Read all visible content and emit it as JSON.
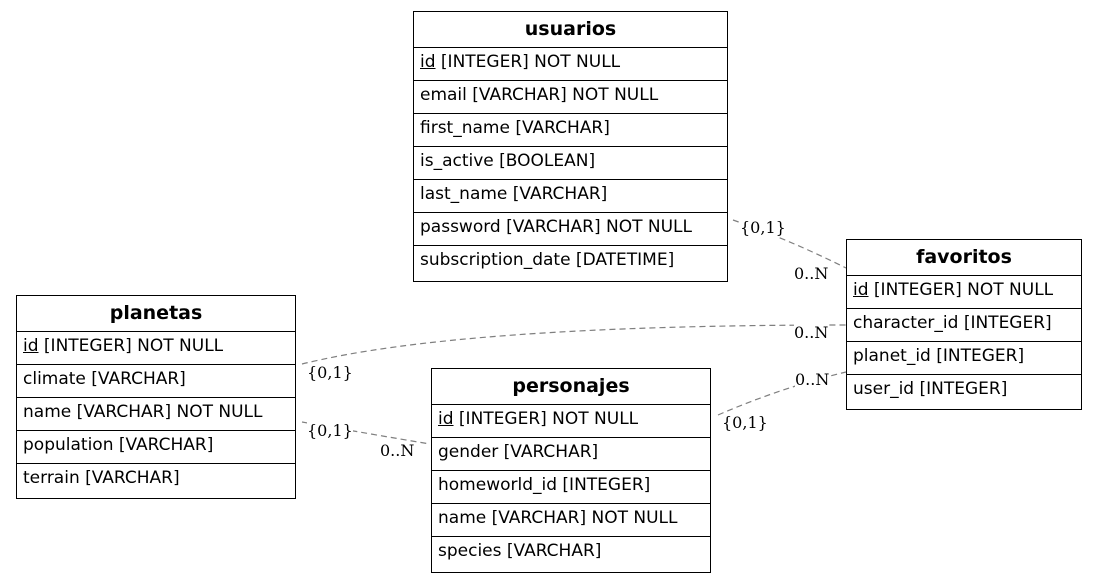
{
  "tables": {
    "usuarios": {
      "name": "usuarios",
      "columns": [
        {
          "pk": "id",
          "text": " [INTEGER] NOT NULL"
        },
        {
          "text": "email [VARCHAR] NOT NULL"
        },
        {
          "text": "first_name [VARCHAR]"
        },
        {
          "text": "is_active [BOOLEAN]"
        },
        {
          "text": "last_name [VARCHAR]"
        },
        {
          "text": "password [VARCHAR] NOT NULL"
        },
        {
          "text": "subscription_date [DATETIME]"
        }
      ]
    },
    "favoritos": {
      "name": "favoritos",
      "columns": [
        {
          "pk": "id",
          "text": " [INTEGER] NOT NULL"
        },
        {
          "text": "character_id [INTEGER]"
        },
        {
          "text": "planet_id [INTEGER]"
        },
        {
          "text": "user_id [INTEGER]"
        }
      ]
    },
    "planetas": {
      "name": "planetas",
      "columns": [
        {
          "pk": "id",
          "text": " [INTEGER] NOT NULL"
        },
        {
          "text": "climate [VARCHAR]"
        },
        {
          "text": "name [VARCHAR] NOT NULL"
        },
        {
          "text": "population [VARCHAR]"
        },
        {
          "text": "terrain [VARCHAR]"
        }
      ]
    },
    "personajes": {
      "name": "personajes",
      "columns": [
        {
          "pk": "id",
          "text": " [INTEGER] NOT NULL"
        },
        {
          "text": "gender [VARCHAR]"
        },
        {
          "text": "homeworld_id [INTEGER]"
        },
        {
          "text": "name [VARCHAR] NOT NULL"
        },
        {
          "text": "species [VARCHAR]"
        }
      ]
    }
  },
  "relations": {
    "usuarios_favoritos": {
      "from_card": "{0,1}",
      "to_card": "0..N"
    },
    "planetas_favoritos": {
      "from_card": "{0,1}",
      "to_card": "0..N"
    },
    "planetas_personajes": {
      "from_card": "{0,1}",
      "to_card": "0..N"
    },
    "personajes_favoritos": {
      "from_card": "{0,1}",
      "to_card": "0..N"
    }
  }
}
